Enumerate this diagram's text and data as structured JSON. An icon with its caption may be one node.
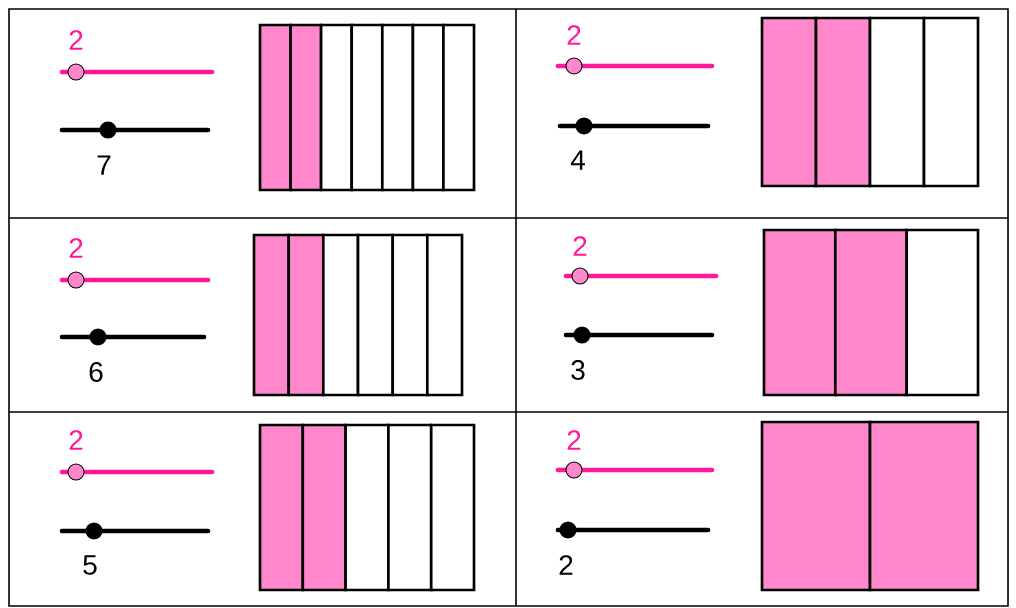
{
  "diagram": {
    "labels": [
      "2",
      "7",
      "2",
      "4",
      "2",
      "6",
      "2",
      "3",
      "2",
      "5",
      "2",
      "2"
    ]
  }
}
